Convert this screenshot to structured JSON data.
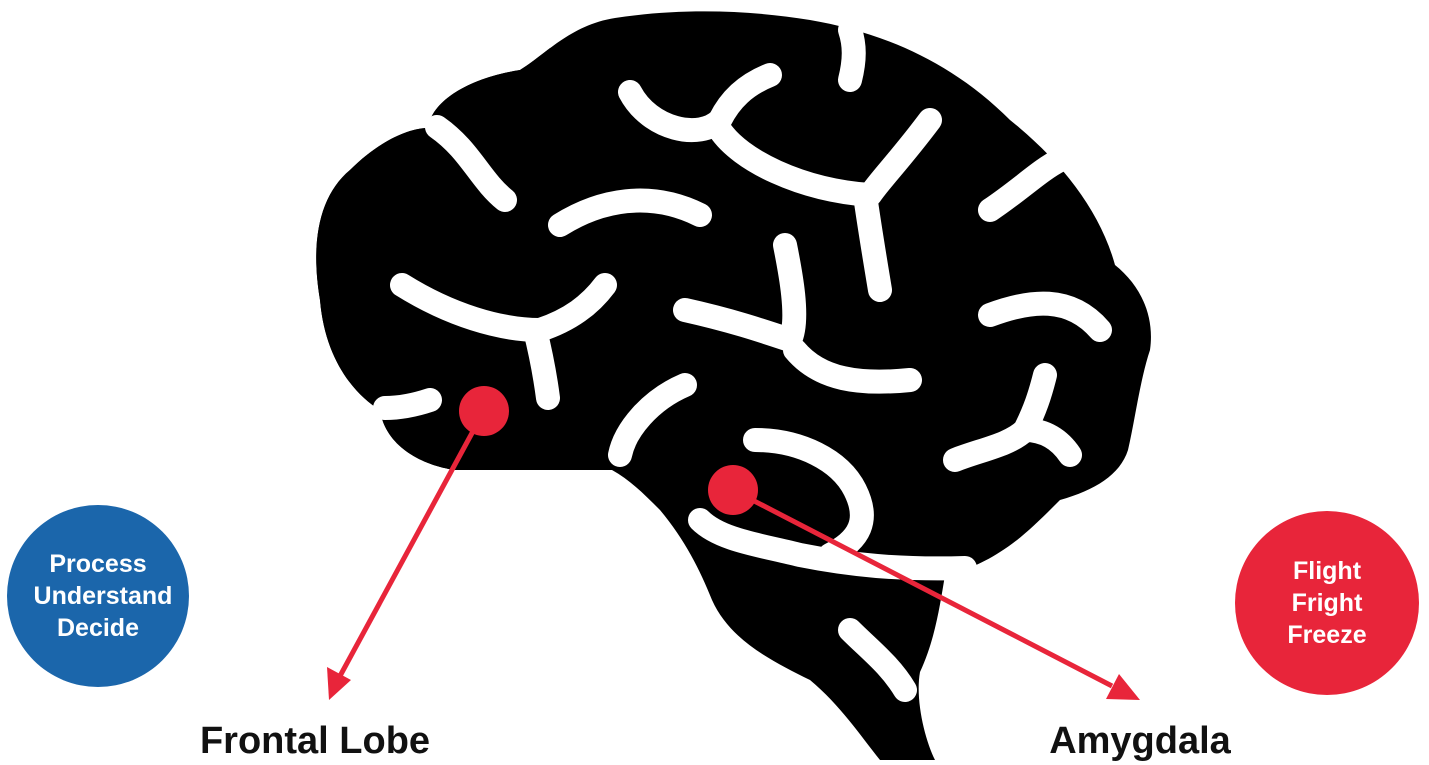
{
  "labels": {
    "frontal_lobe": "Frontal Lobe",
    "amygdala": "Amygdala"
  },
  "blue_circle_lines": [
    "Process",
    "Understand",
    "Decide"
  ],
  "red_circle_lines": [
    "Flight",
    "Fright",
    "Freeze"
  ],
  "colors": {
    "brain": "#000000",
    "frontal_lobe": "#1b66ab",
    "marker": "#e8253a",
    "background": "#ffffff"
  },
  "icons": {
    "brain": "brain-icon"
  }
}
